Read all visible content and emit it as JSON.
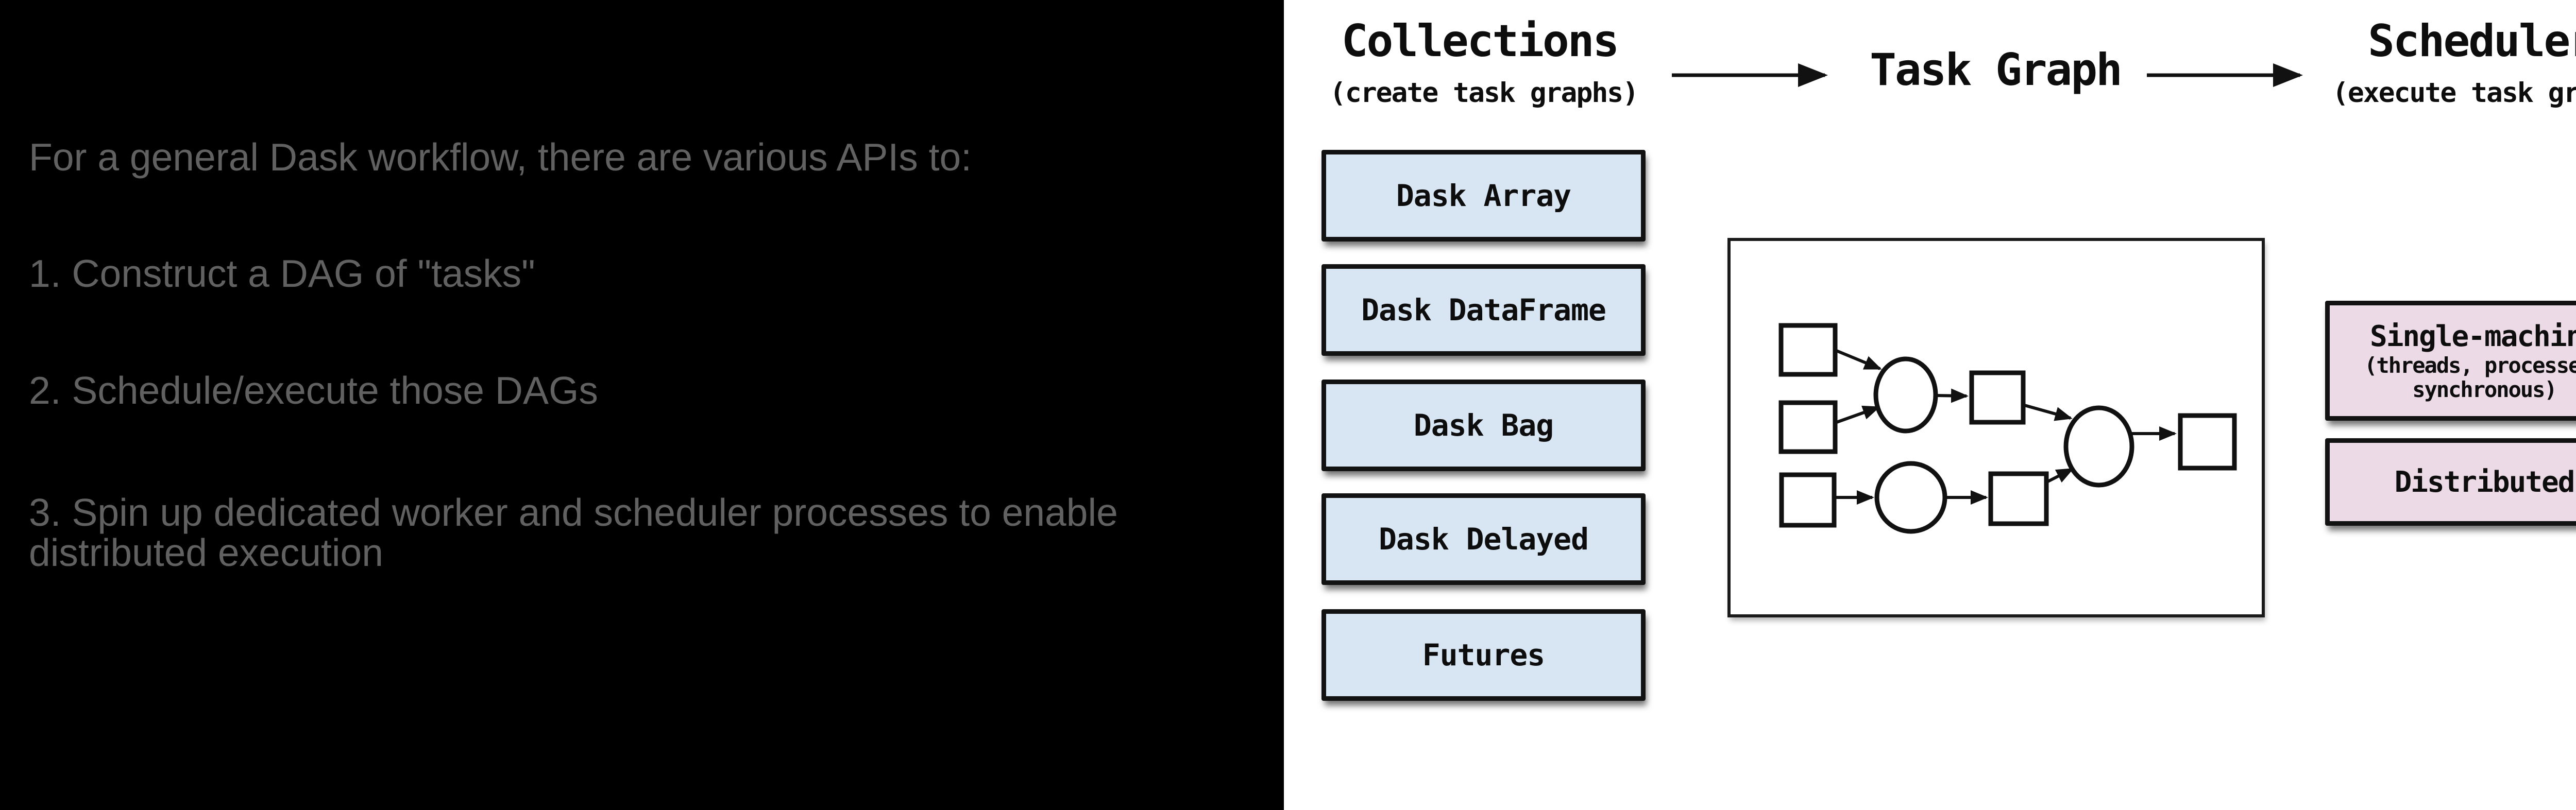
{
  "notes": {
    "intro": "For a general Dask workflow, there are various APIs to:",
    "items": [
      "1. Construct a DAG of \"tasks\"",
      "2. Schedule/execute those DAGs",
      "3. Spin up dedicated worker and scheduler processes to enable distributed execution"
    ]
  },
  "diagram": {
    "collections": {
      "title": "Collections",
      "subtitle": "(create task graphs)",
      "boxes": [
        "Dask Array",
        "Dask DataFrame",
        "Dask Bag",
        "Dask Delayed",
        "Futures"
      ]
    },
    "task_graph": {
      "title": "Task Graph",
      "node_counts": {
        "squares": 6,
        "circles": 3
      }
    },
    "schedulers": {
      "title": "Schedulers",
      "subtitle": "(execute task graphs)",
      "boxes": [
        {
          "title": "Single-machine",
          "subtitle_line1": "(threads, processes,",
          "subtitle_line2": "synchronous)"
        },
        {
          "title": "Distributed"
        }
      ]
    },
    "colors": {
      "notes_background": "#000000",
      "notes_text": "#616161",
      "collection_box_fill": "#d8e5f2",
      "scheduler_box_fill": "#ecdae6",
      "outline": "#121212"
    }
  }
}
